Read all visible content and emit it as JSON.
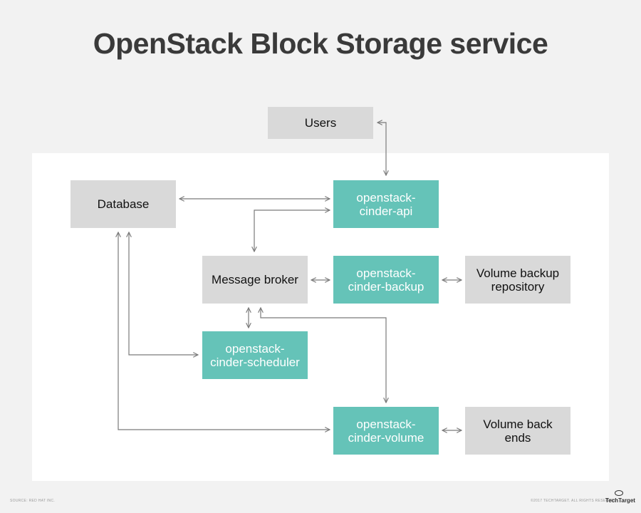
{
  "title": "OpenStack Block Storage service",
  "nodes": {
    "users": "Users",
    "database": "Database",
    "api": "openstack-\ncinder-api",
    "broker": "Message broker",
    "backup": "openstack-\ncinder-backup",
    "backup_repo": "Volume backup\nrepository",
    "scheduler": "openstack-\ncinder-scheduler",
    "volume": "openstack-\ncinder-volume",
    "backends": "Volume back\nends"
  },
  "footer": {
    "source": "SOURCE: RED HAT INC.",
    "copyright": "©2017 TECHTARGET. ALL RIGHTS RESERVED",
    "logo": "TechTarget"
  },
  "colors": {
    "teal": "#65c3b8",
    "gray": "#d9d9d9",
    "arrow": "#7a7a7a"
  }
}
